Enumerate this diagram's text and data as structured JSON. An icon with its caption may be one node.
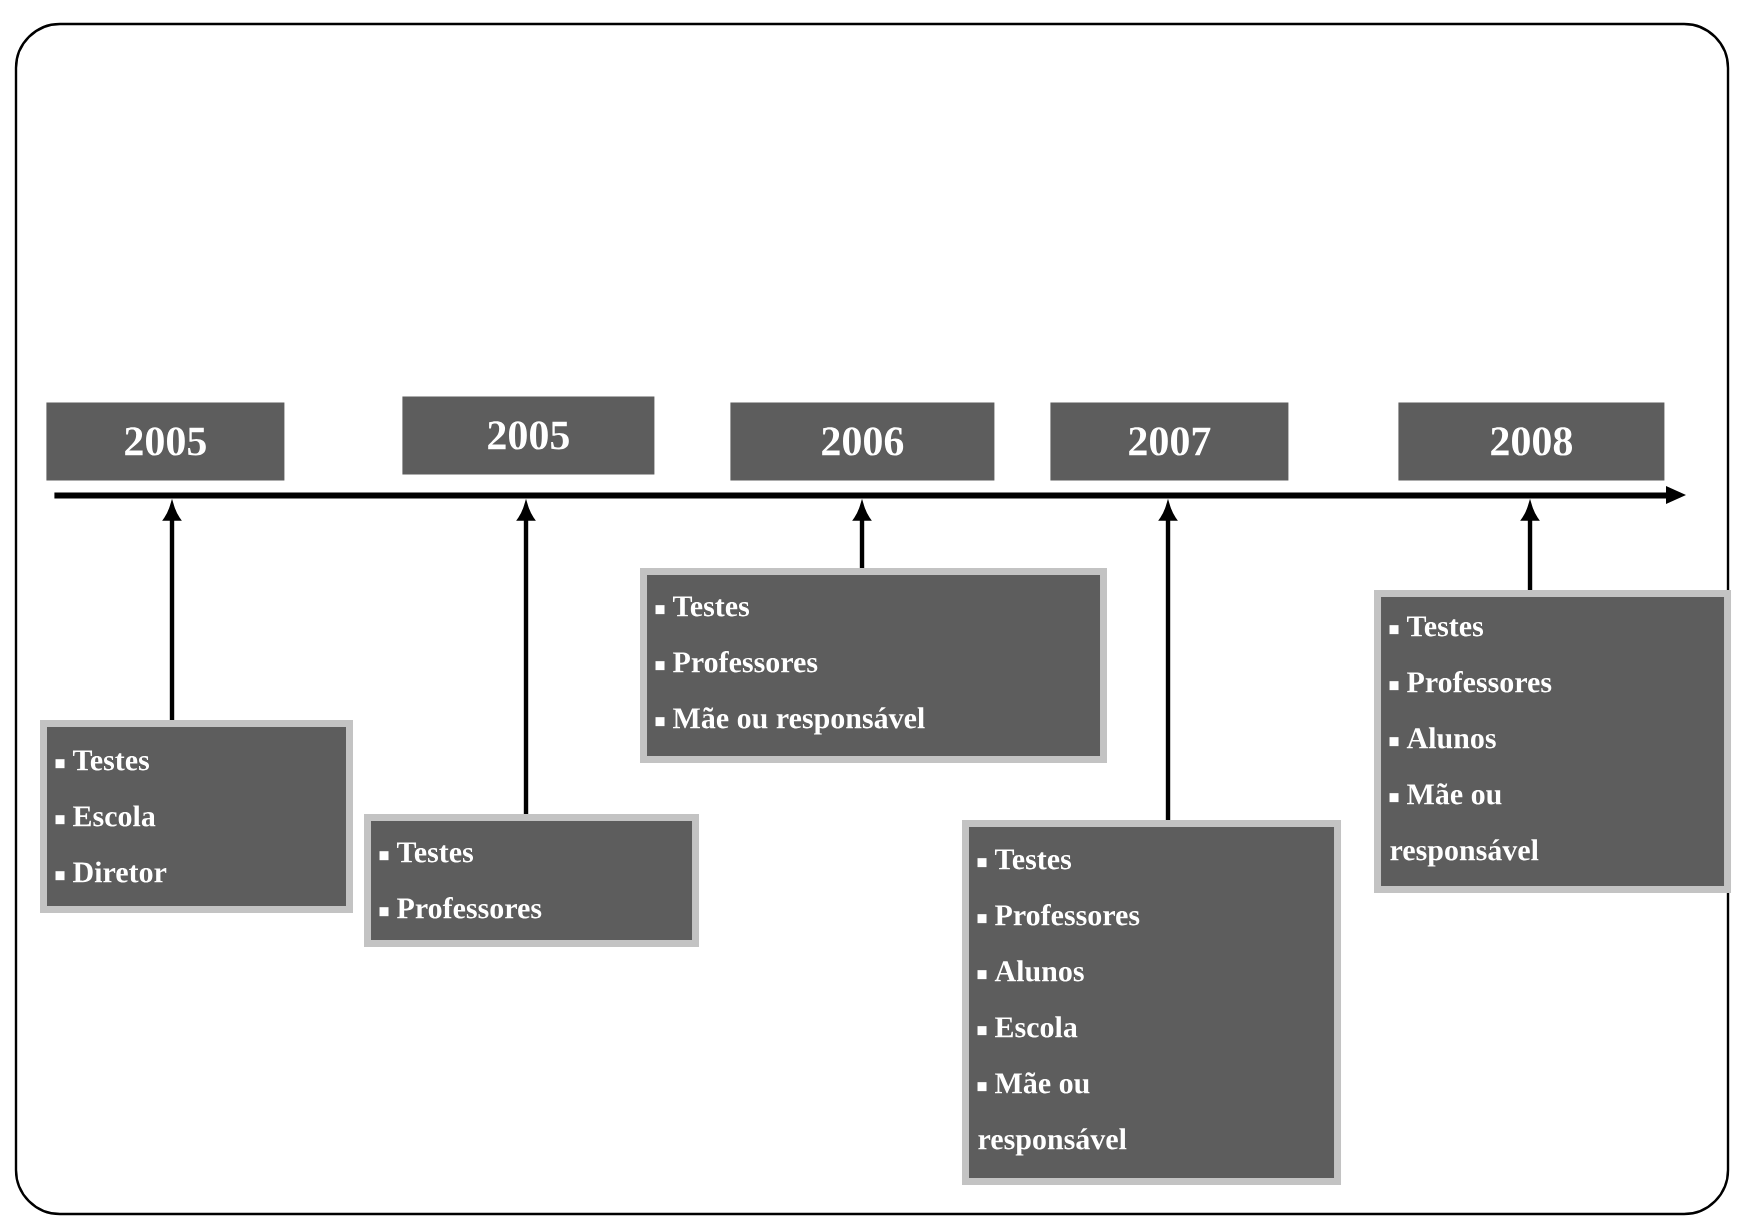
{
  "diagram": {
    "nodes": [
      {
        "text": [
          "2005"
        ]
      },
      {
        "text": [
          "2005"
        ]
      },
      {
        "text": [
          "2006"
        ]
      },
      {
        "text": [
          "2007"
        ]
      },
      {
        "text": [
          "2008"
        ]
      },
      {
        "text": [],
        "shape": "bar"
      },
      {
        "text": [
          "Testes",
          "Escola",
          "Diretor"
        ]
      },
      {
        "text": [
          "Testes",
          "Professores"
        ]
      },
      {
        "text": [
          "Testes",
          "Professores",
          "Mãe ou responsável"
        ]
      },
      {
        "text": [
          "Testes",
          "Professores",
          "Alunos",
          "Escola",
          "Mãe ou responsável"
        ]
      },
      {
        "text": [
          "Testes",
          "Professores",
          "Alunos",
          "Mãe ou responsável"
        ]
      }
    ],
    "edges": [
      {
        "from": 6,
        "to": 5,
        "arrow": "to"
      },
      {
        "from": 7,
        "to": 5,
        "arrow": "to"
      },
      {
        "from": 8,
        "to": 5,
        "arrow": "to"
      },
      {
        "from": 9,
        "to": 5,
        "arrow": "to"
      },
      {
        "from": 10,
        "to": 5,
        "arrow": "to"
      }
    ]
  }
}
